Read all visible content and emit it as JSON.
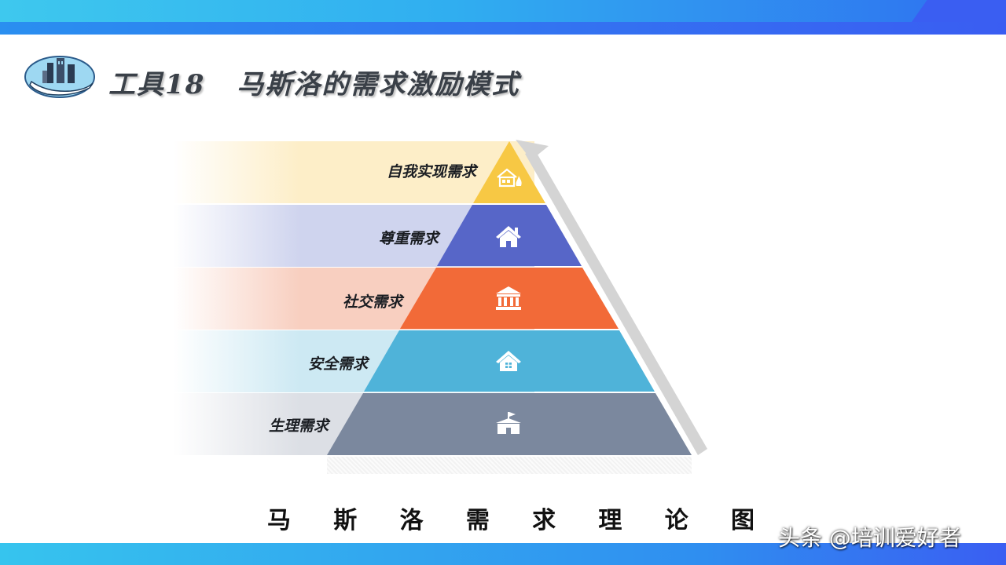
{
  "header": {
    "code": "工具18",
    "title": "马斯洛的需求激励模式"
  },
  "pyramid": {
    "levels": [
      {
        "label": "自我实现需求",
        "icon": "house-fire-icon",
        "color": "#f7c844",
        "band": "#fdeec8"
      },
      {
        "label": "尊重需求",
        "icon": "house-icon",
        "color": "#5766c8",
        "band": "#cfd4ee"
      },
      {
        "label": "社交需求",
        "icon": "bank-icon",
        "color": "#f26a38",
        "band": "#f8cfc0"
      },
      {
        "label": "安全需求",
        "icon": "home-shield-icon",
        "color": "#4fb3d9",
        "band": "#cde9f3"
      },
      {
        "label": "生理需求",
        "icon": "school-icon",
        "color": "#7b889e",
        "band": "#dcdfe5"
      }
    ],
    "arrow_color": "#d2d2d2"
  },
  "caption": [
    "马",
    "斯",
    "洛",
    "需",
    "求",
    "理",
    "论",
    "图"
  ],
  "watermark": "头条 @培训爱好者"
}
